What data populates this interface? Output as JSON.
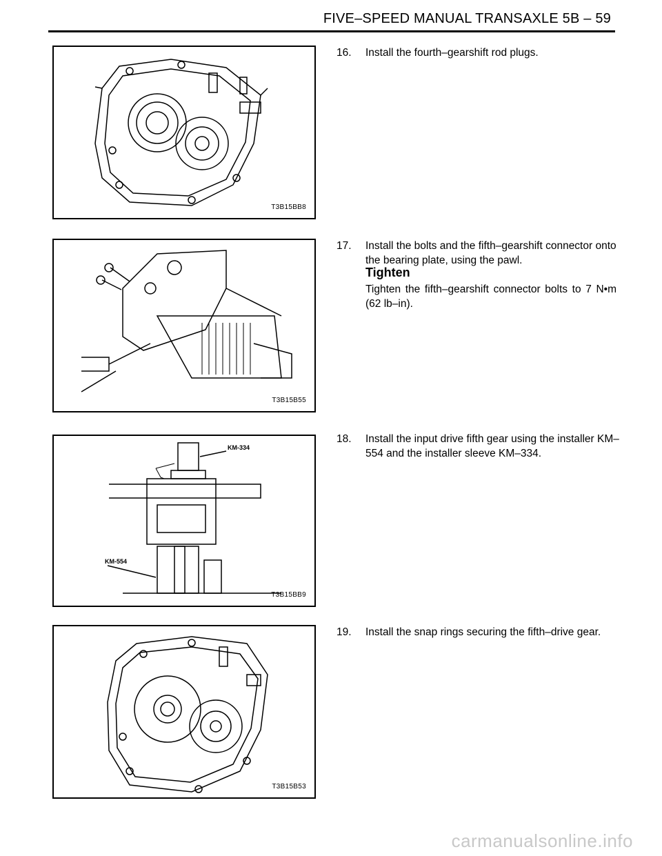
{
  "header": {
    "title": "FIVE–SPEED MANUAL TRANSAXLE  5B – 59"
  },
  "steps": [
    {
      "number": "16.",
      "text": "Install the fourth–gearshift rod plugs.",
      "figure_code": "T3B15BB8"
    },
    {
      "number": "17.",
      "text": "Install the bolts and the fifth–gearshift connector onto the bearing plate, using the pawl.",
      "figure_code": "T3B15B55",
      "tighten": {
        "heading": "Tighten",
        "text": "Tighten the fifth–gearshift connector bolts to 7 N•m (62 lb–in)."
      }
    },
    {
      "number": "18.",
      "text": "Install the input drive fifth gear using the installer KM–554 and the installer sleeve KM–334.",
      "figure_code": "T3B15BB9",
      "callouts": [
        "KM-334",
        "KM-554"
      ]
    },
    {
      "number": "19.",
      "text": "Install the snap rings securing the fifth–drive gear.",
      "figure_code": "T3B15B53"
    }
  ],
  "watermark": "carmanualsonline.info"
}
